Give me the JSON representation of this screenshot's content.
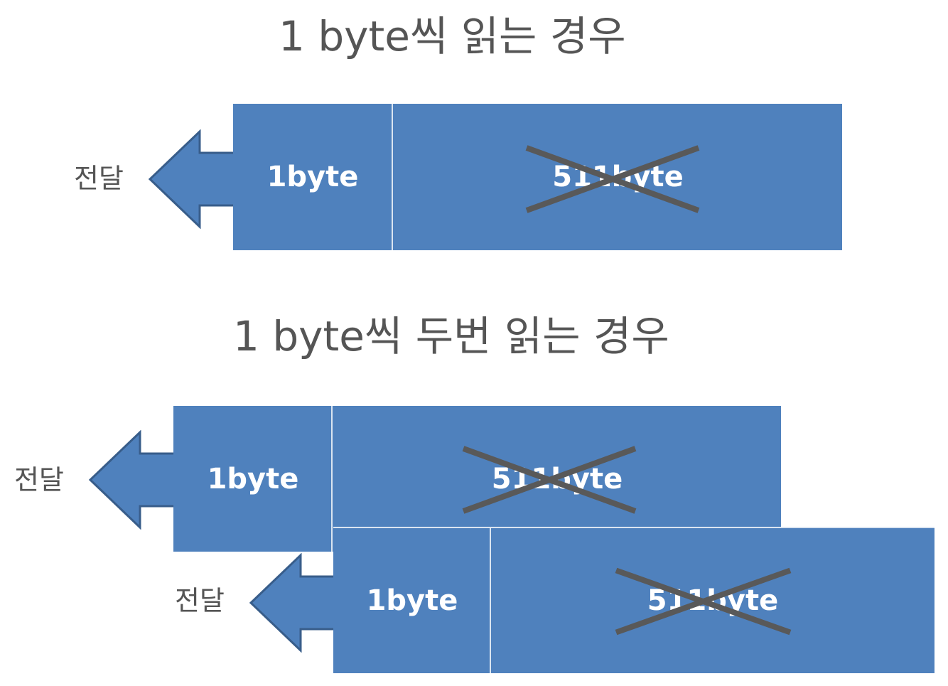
{
  "title_single": "1 byte씩 읽는 경우",
  "title_double": "1 byte씩 두번 읽는 경우",
  "send_label": "전달",
  "read_label": "1byte",
  "discard_label": "511byte",
  "colors": {
    "block_fill": "#4f81bd",
    "divider": "#dbe5f1",
    "arrow_fill": "#4f81bd",
    "arrow_stroke": "#385d8a",
    "cross": "#595959",
    "text": "#555555"
  }
}
